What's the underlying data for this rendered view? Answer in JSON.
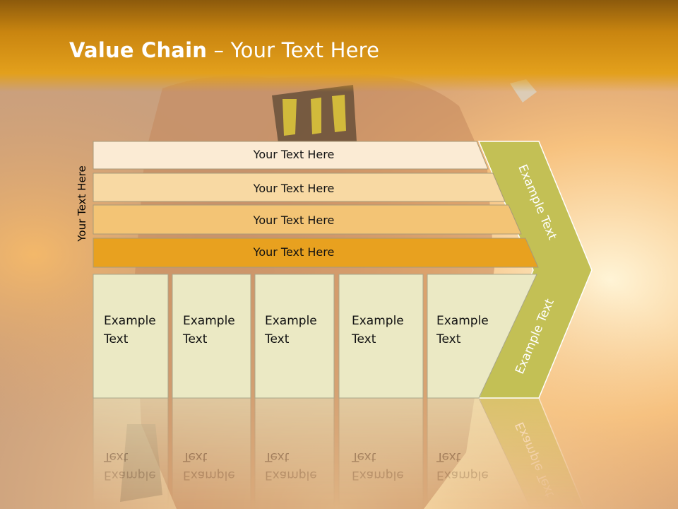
{
  "title": {
    "bold": "Value Chain",
    "rest": " – Your Text Here"
  },
  "side_label": "Your Text Here",
  "bars": [
    "Your Text Here",
    "Your Text Here",
    "Your Text Here",
    "Your Text Here"
  ],
  "columns": [
    [
      "Example",
      "Text"
    ],
    [
      "Example",
      "Text"
    ],
    [
      "Example",
      "Text"
    ],
    [
      "Example",
      "Text"
    ],
    [
      "Example",
      "Text"
    ]
  ],
  "chevron_upper": "Example Text",
  "chevron_lower": "Example Text",
  "colors": {
    "header": "#e09a16",
    "bar1": "#fbebd4",
    "bar2": "#f8d9a3",
    "bar3": "#f3c475",
    "bar4": "#e8a11f",
    "column_fill": "#ebe9c4",
    "chevron": "#c3c055"
  }
}
